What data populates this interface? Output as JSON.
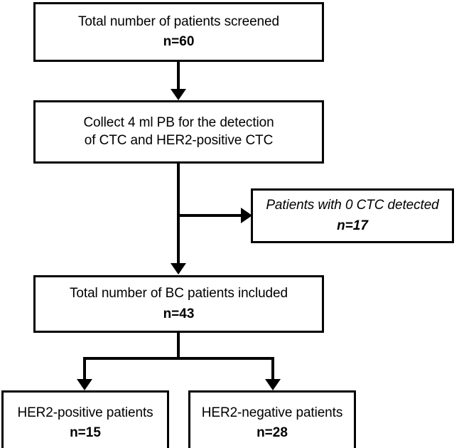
{
  "chart_data": {
    "type": "diagram",
    "title": "Patient screening and CTC detection flow diagram",
    "nodes": [
      {
        "id": "screened",
        "label": "Total number of patients screened",
        "count": "n=60",
        "value": 60,
        "style": "normal"
      },
      {
        "id": "collect",
        "label_line1": "Collect 4 ml PB for the detection",
        "label_line2": "of CTC and HER2-positive CTC",
        "count": "",
        "style": "normal"
      },
      {
        "id": "zero_ctc",
        "label": "Patients with 0 CTC detected",
        "count": "n=17",
        "value": 17,
        "style": "italic"
      },
      {
        "id": "included",
        "label": "Total number of BC patients included",
        "count": "n=43",
        "value": 43,
        "style": "normal"
      },
      {
        "id": "her2_positive",
        "label": "HER2-positive patients",
        "count": "n=15",
        "value": 15,
        "style": "normal"
      },
      {
        "id": "her2_negative",
        "label": "HER2-negative patients",
        "count": "n=28",
        "value": 28,
        "style": "normal"
      }
    ],
    "edges": [
      {
        "from": "screened",
        "to": "collect",
        "direction": "down"
      },
      {
        "from": "collect",
        "to": "zero_ctc",
        "direction": "right"
      },
      {
        "from": "collect",
        "to": "included",
        "direction": "down"
      },
      {
        "from": "included",
        "to": "her2_positive",
        "direction": "down"
      },
      {
        "from": "included",
        "to": "her2_negative",
        "direction": "down"
      }
    ],
    "colors": {
      "background": "#ffffff",
      "border": "#000000",
      "text": "#000000",
      "connector": "#000000"
    }
  },
  "nodes": {
    "screened": {
      "label": "Total number of patients screened",
      "count": "n=60"
    },
    "collect": {
      "label_line1": "Collect 4 ml PB for the detection",
      "label_line2": "of CTC and HER2-positive CTC"
    },
    "zero_ctc": {
      "label": "Patients with 0 CTC detected",
      "count": "n=17"
    },
    "included": {
      "label": "Total number of BC patients included",
      "count": "n=43"
    },
    "her2_positive": {
      "label": "HER2-positive patients",
      "count": "n=15"
    },
    "her2_negative": {
      "label": "HER2-negative patients",
      "count": "n=28"
    }
  }
}
